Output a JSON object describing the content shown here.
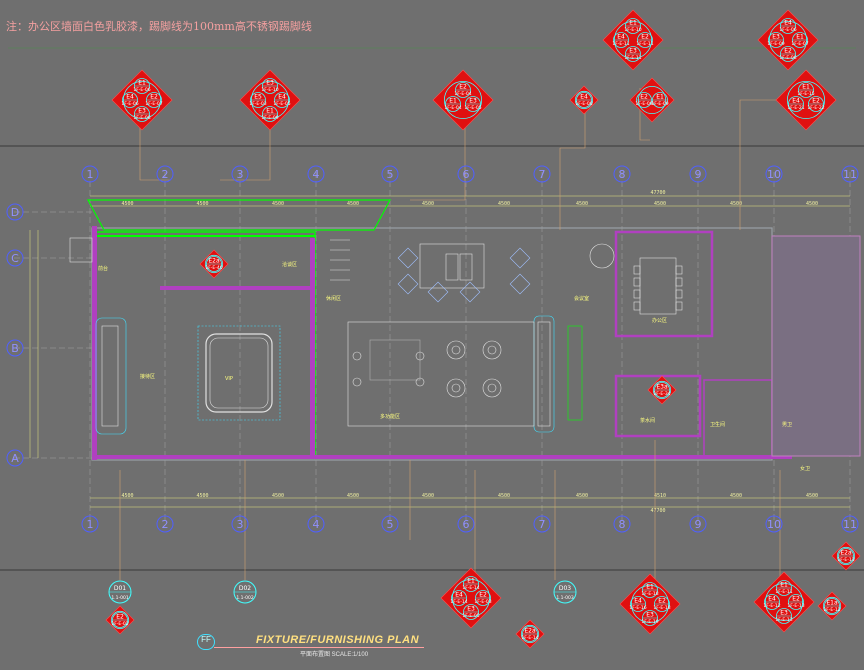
{
  "note": "注：办公区墙面白色乳胶漆，踢脚线为100mm高不锈钢踢脚线",
  "title": {
    "main": "FIXTURE/FURNISHING PLAN",
    "sub": "平面布置图   SCALE:1/100",
    "code": "FF"
  },
  "grid": {
    "columns": [
      "1",
      "2",
      "3",
      "4",
      "5",
      "6",
      "7",
      "8",
      "9",
      "10",
      "11"
    ],
    "rows": [
      "D",
      "C",
      "B",
      "A"
    ]
  },
  "dimensions": {
    "top": [
      "4500",
      "4500",
      "4500",
      "4500",
      "4500",
      "4500",
      "4500",
      "4500",
      "4500",
      "4500"
    ],
    "bottom": [
      "4500",
      "4500",
      "4500",
      "4500",
      "4500",
      "4500",
      "4500",
      "4510",
      "4500",
      "4500"
    ],
    "overall_top": "47700",
    "overall_bottom": "47700"
  },
  "callouts": [
    {
      "id": "c1",
      "lines": [
        {
          "e": "E1",
          "s": "1F-E-06"
        },
        {
          "e": "E4",
          "s": "1F-E-06"
        },
        {
          "e": "E2",
          "s": "1F-E-07"
        },
        {
          "e": "E3",
          "s": "1F-E-08"
        }
      ]
    },
    {
      "id": "c2",
      "lines": [
        {
          "e": "E3",
          "s": "1F-E-10"
        },
        {
          "e": "E5",
          "s": "1F-E-03"
        },
        {
          "e": "E4",
          "s": "1F-E-05"
        },
        {
          "e": "E1",
          "s": "1F-E-09"
        }
      ]
    },
    {
      "id": "c3",
      "lines": [
        {
          "e": "E2",
          "s": "1F-E-04"
        },
        {
          "e": "E1",
          "s": "1F-E-04"
        },
        {
          "e": "E3",
          "s": "1F-E-05"
        }
      ]
    },
    {
      "id": "c4",
      "lines": [
        {
          "e": "E4",
          "s": "1F-E-08"
        }
      ]
    },
    {
      "id": "c5",
      "lines": [
        {
          "e": "E1",
          "s": "1F-E-10"
        },
        {
          "e": "E4",
          "s": "1F-E-11"
        },
        {
          "e": "E2",
          "s": "1F-E-11"
        },
        {
          "e": "E3",
          "s": "1F-E-11"
        }
      ]
    },
    {
      "id": "c6",
      "lines": [
        {
          "e": "E2",
          "s": "1F-E-09"
        },
        {
          "e": "E1",
          "s": "1F-E-09"
        }
      ]
    },
    {
      "id": "c7",
      "lines": [
        {
          "e": "E4",
          "s": "1F-E-06"
        },
        {
          "e": "E3",
          "s": "1F-E-09"
        },
        {
          "e": "E1",
          "s": "1F-E-07"
        },
        {
          "e": "E2",
          "s": "1F-E-08"
        }
      ]
    },
    {
      "id": "c8",
      "lines": [
        {
          "e": "E1",
          "s": "1F-E-15"
        },
        {
          "e": "E4",
          "s": "1F-E-21"
        },
        {
          "e": "E2",
          "s": "1F-E-22"
        }
      ]
    },
    {
      "id": "c9",
      "lines": [
        {
          "e": "E1",
          "s": "1F-E-14"
        },
        {
          "e": "E4",
          "s": "1F-E-14"
        },
        {
          "e": "E2",
          "s": "1F-E-03"
        },
        {
          "e": "E3",
          "s": "1F-E-05"
        }
      ]
    },
    {
      "id": "c10",
      "lines": [
        {
          "e": "E1",
          "s": "1F-E-18"
        },
        {
          "e": "E4",
          "s": "1F-E-16"
        },
        {
          "e": "E2",
          "s": "1F-E-18"
        },
        {
          "e": "E3",
          "s": "1F-E-19"
        }
      ]
    },
    {
      "id": "c11",
      "lines": [
        {
          "e": "E1",
          "s": "1F-E-11"
        },
        {
          "e": "E4",
          "s": "1F-E-12"
        },
        {
          "e": "E2",
          "s": "1F-E-13"
        },
        {
          "e": "E3",
          "s": "1F-E-13"
        }
      ]
    },
    {
      "id": "c12",
      "lines": [
        {
          "e": "E2",
          "s": "1F-E-02"
        }
      ]
    },
    {
      "id": "c13",
      "lines": [
        {
          "e": "E2a",
          "s": "1F-E-14"
        }
      ]
    },
    {
      "id": "c14",
      "lines": [
        {
          "e": "E1a",
          "s": "1F-E-12"
        }
      ]
    },
    {
      "id": "c15",
      "lines": [
        {
          "e": "E2a",
          "s": "1F-E-40"
        }
      ]
    },
    {
      "id": "c16",
      "lines": [
        {
          "e": "E3a",
          "s": "1F-E-34"
        }
      ]
    },
    {
      "id": "c17",
      "lines": [
        {
          "e": "E2a",
          "s": "1F-E-13"
        }
      ]
    }
  ],
  "details": [
    {
      "code": "D01",
      "sheet": "1.1-001"
    },
    {
      "code": "D02",
      "sheet": "1.1-002"
    },
    {
      "code": "D03",
      "sheet": "1.1-003"
    }
  ],
  "rooms": [
    {
      "label": "前台"
    },
    {
      "label": "接待区"
    },
    {
      "label": "VIP"
    },
    {
      "label": "洽谈区"
    },
    {
      "label": "休闲区"
    },
    {
      "label": "多功能区"
    },
    {
      "label": "会议室"
    },
    {
      "label": "办公区"
    },
    {
      "label": "茶水间"
    },
    {
      "label": "卫生间"
    },
    {
      "label": "男卫"
    },
    {
      "label": "女卫"
    }
  ]
}
